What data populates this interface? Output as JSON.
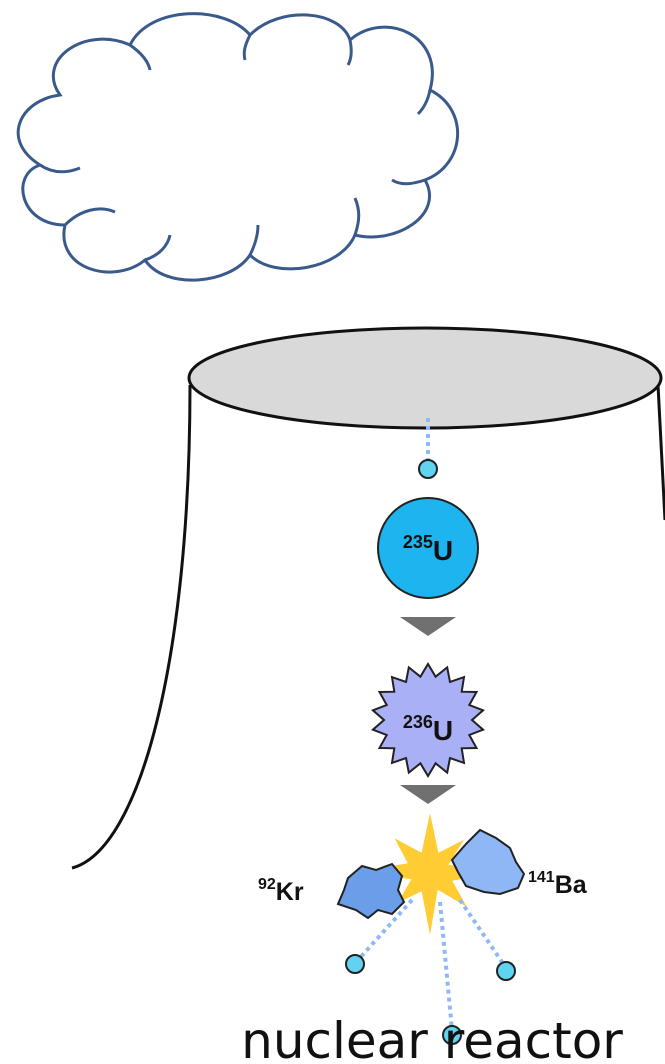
{
  "caption": "nuclear reactor",
  "steps": [
    {
      "mass": "235",
      "element": "U"
    },
    {
      "mass": "236",
      "element": "U"
    }
  ],
  "products": [
    {
      "mass": "92",
      "element": "Kr"
    },
    {
      "mass": "141",
      "element": "Ba"
    }
  ],
  "colors": {
    "cloud_outline": "#3a5a8c",
    "reactor_top_fill": "#d9d9d9",
    "u235": "#1eb4f0",
    "u236": "#aab0f5",
    "fragment": "#6a9ee8",
    "explosion": "#ffcc33",
    "neutron": "#5fd3f0",
    "neutron_trail": "#8fb8f5",
    "arrow": "#707070"
  },
  "icons": [
    "cloud-icon",
    "neutron-icon",
    "explosion-icon",
    "arrow-down-icon"
  ]
}
